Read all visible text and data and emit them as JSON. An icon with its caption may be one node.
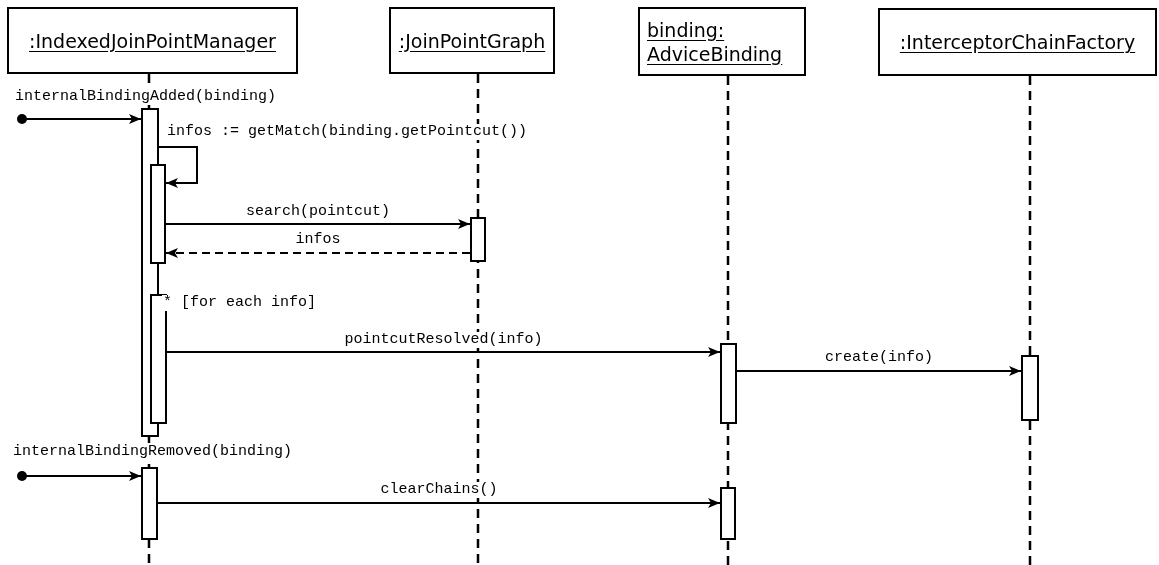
{
  "diagram": {
    "nodes": [
      {
        "text": [
          ":IndexedJoinPointManager"
        ]
      },
      {
        "text": [
          ":JoinPointGraph"
        ]
      },
      {
        "text": [
          "binding: AdviceBinding"
        ]
      },
      {
        "text": [
          ":InterceptorChainFactory"
        ]
      },
      {
        "text": [],
        "shape": "bar"
      },
      {
        "text": [],
        "shape": "bar"
      },
      {
        "text": [],
        "shape": "bar",
        "beside": [
          "* [for each info]"
        ]
      },
      {
        "text": [],
        "shape": "bar"
      },
      {
        "text": [],
        "shape": "bar"
      },
      {
        "text": [],
        "shape": "bar"
      },
      {
        "text": [],
        "shape": "bar"
      },
      {
        "text": [],
        "shape": "bar"
      }
    ],
    "edges": [
      {
        "from": null,
        "to": 4,
        "arrow": "to",
        "label": "internalBindingAdded(binding)"
      },
      {
        "from": 4,
        "to": 5,
        "arrow": "to",
        "label": "infos := getMatch(binding.getPointcut())"
      },
      {
        "from": 5,
        "to": 7,
        "arrow": "to",
        "label": "search(pointcut)"
      },
      {
        "from": 7,
        "to": 5,
        "arrow": "to",
        "label": "infos",
        "style": "dashed"
      },
      {
        "from": 6,
        "to": 8,
        "arrow": "to",
        "label": "pointcutResolved(info)"
      },
      {
        "from": 8,
        "to": 9,
        "arrow": "to",
        "label": "create(info)"
      },
      {
        "from": null,
        "to": 10,
        "arrow": "to",
        "label": "internalBindingRemoved(binding)"
      },
      {
        "from": 10,
        "to": 11,
        "arrow": "to",
        "label": "clearChains()"
      }
    ]
  }
}
